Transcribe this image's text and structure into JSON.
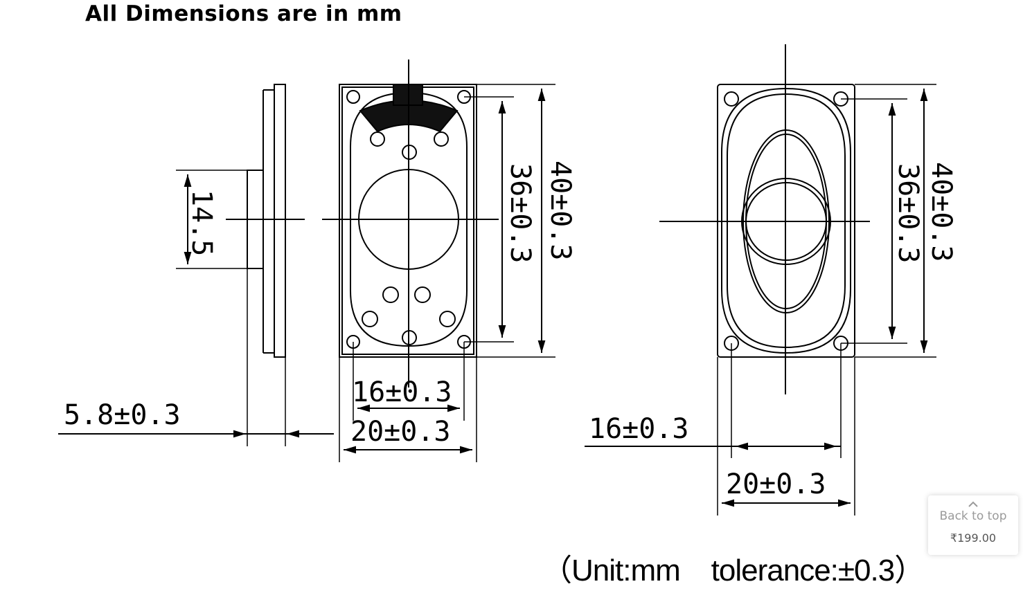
{
  "header": {
    "title": "All Dimensions are in mm"
  },
  "dimensions": {
    "side_height": "14.5",
    "side_thickness": "5.8±0.3",
    "front_inner_height": "36±0.3",
    "front_outer_height": "40±0.3",
    "front_inner_width": "16±0.3",
    "front_outer_width": "20±0.3",
    "back_inner_height": "36±0.3",
    "back_outer_height": "40±0.3",
    "back_inner_width": "16±0.3",
    "back_outer_width": "20±0.3"
  },
  "note": {
    "text": "（Unit:mm    tolerance:±0.3）"
  },
  "back_to_top": {
    "label": "Back to top",
    "price": "₹199.00"
  }
}
